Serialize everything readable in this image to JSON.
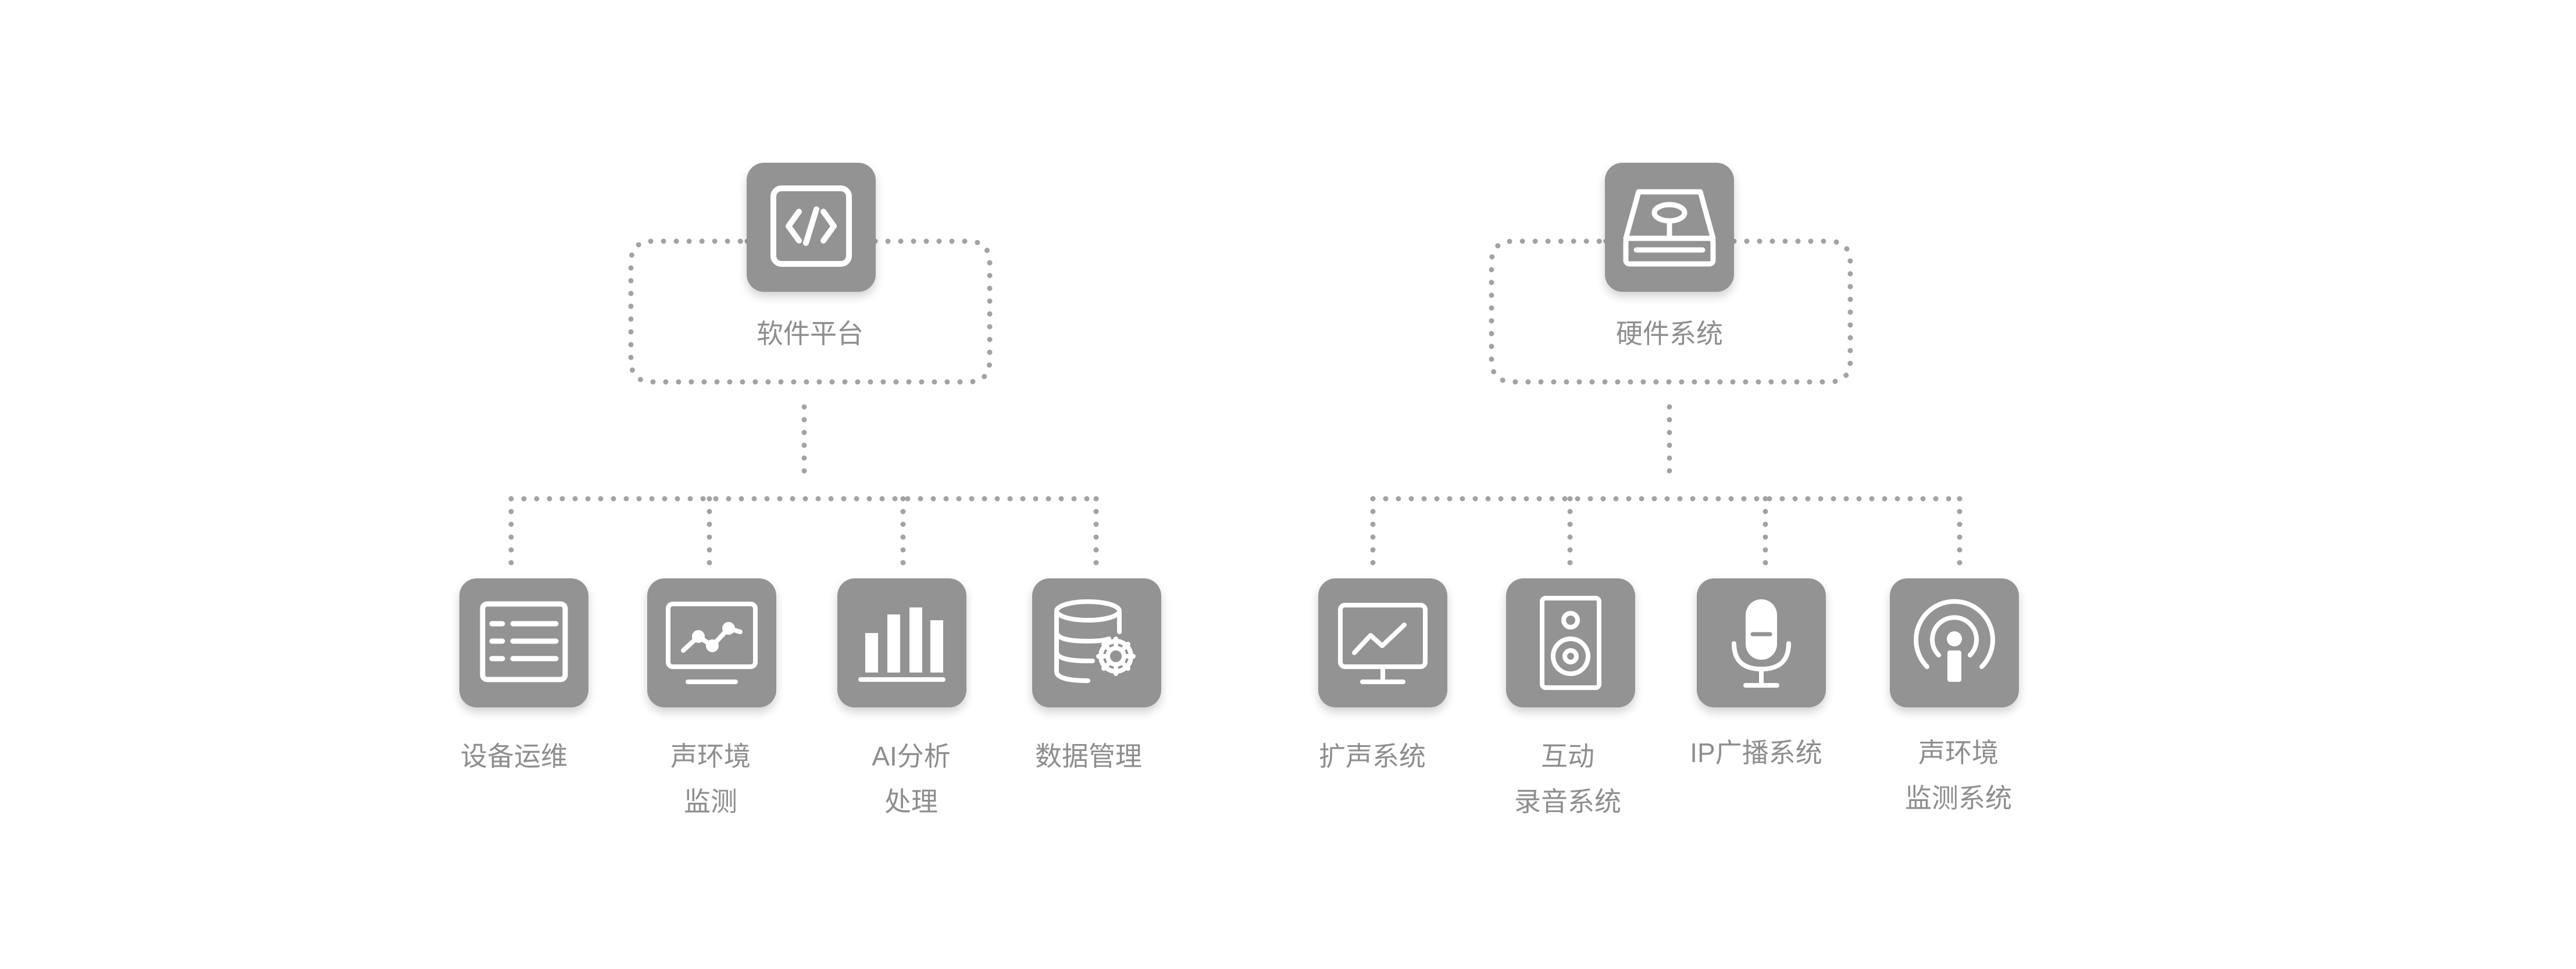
{
  "colors": {
    "tile": "#939393",
    "icon": "#ffffff",
    "text": "#8e8e8e",
    "dotted_line": "#a3a3a3"
  },
  "groups": [
    {
      "title": "软件平台",
      "top_icon": "code-icon",
      "children": [
        {
          "icon": "server-rack-icon",
          "lines": [
            "设备运维"
          ]
        },
        {
          "icon": "monitor-trend-icon",
          "lines": [
            "声环境",
            "监测"
          ]
        },
        {
          "icon": "bar-chart-icon",
          "lines": [
            "AI分析",
            "处理"
          ]
        },
        {
          "icon": "database-gear-icon",
          "lines": [
            "数据管理"
          ]
        }
      ]
    },
    {
      "title": "硬件系统",
      "top_icon": "hard-drive-icon",
      "children": [
        {
          "icon": "monitor-chart-icon",
          "lines": [
            "扩声系统"
          ]
        },
        {
          "icon": "speaker-icon",
          "lines": [
            "互动",
            "录音系统"
          ]
        },
        {
          "icon": "microphone-icon",
          "lines": [
            "IP广播系统"
          ]
        },
        {
          "icon": "broadcast-person-icon",
          "lines": [
            "声环境",
            "监测系统"
          ]
        }
      ]
    }
  ]
}
